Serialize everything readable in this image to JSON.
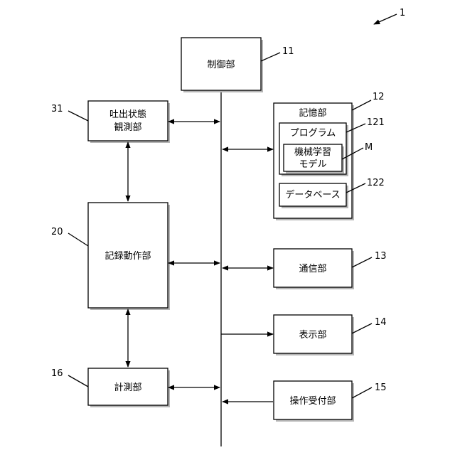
{
  "ref_system": "1",
  "blocks": {
    "control": {
      "label": "制御部",
      "ref": "11"
    },
    "storage": {
      "label": "記憶部",
      "ref": "12"
    },
    "program": {
      "label": "プログラム",
      "ref": "121"
    },
    "ml_model": {
      "line1": "機械学習",
      "line2": "モデル",
      "ref": "M"
    },
    "database": {
      "label": "データベース",
      "ref": "122"
    },
    "ejection_observer": {
      "line1": "吐出状態",
      "line2": "観測部",
      "ref": "31"
    },
    "recording_unit": {
      "label": "記録動作部",
      "ref": "20"
    },
    "measuring_unit": {
      "label": "計測部",
      "ref": "16"
    },
    "communication": {
      "label": "通信部",
      "ref": "13"
    },
    "display": {
      "label": "表示部",
      "ref": "14"
    },
    "operation_input": {
      "label": "操作受付部",
      "ref": "15"
    }
  }
}
